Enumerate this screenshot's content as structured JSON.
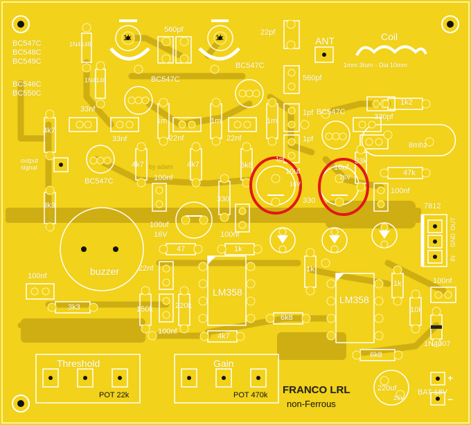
{
  "board": {
    "colors": {
      "copper": "#f2d21a",
      "trace": "#c8a818",
      "silk": "#ffffff",
      "marking": "#e01818",
      "hole": "#111111"
    },
    "transistors_list": [
      "BC547C",
      "BC548C",
      "BC549C",
      "BC546C",
      "BC550C"
    ],
    "labels": {
      "d1": "1N4148",
      "d2": "1N4148",
      "c_560_top": "560pf",
      "pot_1k_a": "1k",
      "pot_1k_b": "1k",
      "c_22pf": "22pf",
      "ant": "ANT",
      "coil": "Coil",
      "coil_spec": "1mm 3turn - Dia 10mm",
      "q_bc547c_1": "BC547C",
      "q_bc547c_2": "BC547C",
      "q_bc547c_3": "BC547C",
      "q_bc547c_4": "BC547C",
      "c_560pf_b": "560pf",
      "c_33nf_a": "33nf",
      "c_33nf_b": "33nf",
      "r_4k7_a": "4k7",
      "r_4k7_b": "4k7",
      "r_4k7_c": "4k7",
      "r_4k7_d": "4k7",
      "c_1pf_a": "1pf",
      "c_1pf_b": "1pf",
      "c_1pf_c": "1pf",
      "r_1k2": "1k2",
      "c_330pf": "330pf",
      "crystal": "8mhz",
      "r_1m_a": "1m",
      "r_1m_b": "1m",
      "r_1m_c": "1m",
      "c_22nf_a": "22nf",
      "c_22nf_b": "22nf",
      "c_22nf_c": "22nf",
      "r_6k8_a": "6k8",
      "r_33k": "33k",
      "r_47k": "47k",
      "output_signal_1": "output",
      "output_signal_2": "signal",
      "c_10uf_a": "10uf",
      "c_10uf_a_v": "16V",
      "c_10uf_b": "10uf",
      "c_10uf_b_v": "16V",
      "c_100nf_a": "100nf",
      "c_100nf_b": "100nf",
      "c_100nf_c": "100nf",
      "c_100nf_d": "100nf",
      "c_100nf_e": "100nf",
      "c_100nf_f": "100nf",
      "r_330_a": "330",
      "r_330_b": "330",
      "r_3k3_a": "3k3",
      "r_3k3_b": "3k3",
      "c_100uf": "100uf",
      "c_100uf_v": "16V",
      "r_47": "47",
      "r_1k_a": "1k",
      "r_1k_b": "1k",
      "r_1k_c": "1k",
      "buzzer": "buzzer",
      "reg": "7812",
      "reg_in": "IN",
      "reg_gnd": "GND",
      "reg_out": "OUT",
      "ic1": "LM358",
      "ic2": "LM358",
      "r_150k": "150k",
      "r_220k": "220k",
      "r_6k8_b": "6k8",
      "r_6k8_c": "6k8",
      "r_10k": "10k",
      "d_1n4007": "1N4007",
      "threshold": "Threshold",
      "gain": "Gain",
      "pot_22k": "POT 22k",
      "pot_470k": "POT 470k",
      "title": "FRANCO LRL",
      "subtitle": "non-Ferrous",
      "c_220uf": "220uf",
      "c_220uf_v": "25V",
      "bat": "BAT 18V",
      "plus": "+",
      "minus": "−",
      "watermark": "by adam"
    }
  }
}
